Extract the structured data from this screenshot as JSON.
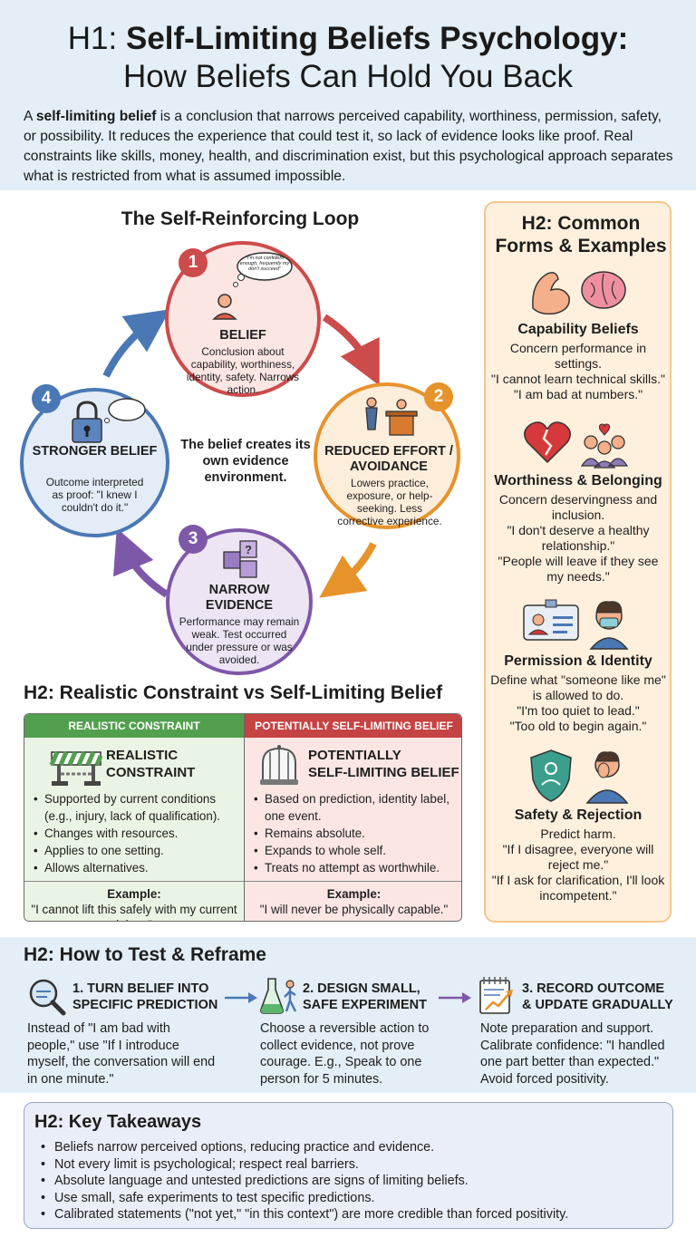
{
  "header": {
    "title_prefix": "H1: ",
    "title_bold": "Self-Limiting Beliefs Psychology:",
    "title_line2": "How Beliefs Can Hold You Back",
    "intro_a": "A ",
    "intro_term": "self-limiting belief",
    "intro_b": " is a conclusion that narrows perceived capability, worthiness, permission, safety, or possibility. It reduces the experience that could test it, so lack of evidence looks like proof. Real constraints like skills, money, health, and discrimination exist, but this psychological approach separates what is restricted from what is assumed impossible."
  },
  "loop": {
    "title": "The Self-Reinforcing Loop",
    "center_text": "The belief creates its own evidence environment.",
    "bubble_text": "\"I'm not confident enough, frequently my don't succeed\"",
    "nodes": [
      {
        "num": "1",
        "title": "BELIEF",
        "desc": "Conclusion about capability, worthiness, identity, safety. Narrows action.",
        "color": "#cc4b4b",
        "fill": "#fbe6e4"
      },
      {
        "num": "2",
        "title": "REDUCED EFFORT / AVOIDANCE",
        "desc": "Lowers practice, exposure, or help-seeking. Less corrective experience.",
        "color": "#e7932c",
        "fill": "#fdeedb"
      },
      {
        "num": "3",
        "title": "NARROW EVIDENCE",
        "desc": "Performance may remain weak. Test occurred under pressure or was avoided.",
        "color": "#7e58a8",
        "fill": "#ede5f4"
      },
      {
        "num": "4",
        "title": "STRONGER BELIEF",
        "desc": "Outcome interpreted as proof: \"I knew I couldn't do it.\"",
        "color": "#4a78b4",
        "fill": "#e3ecf7"
      }
    ],
    "icons": [
      "person-thinking-icon",
      "avoidance-podium-icon",
      "puzzle-question-icon",
      "padlock-cloud-icon"
    ]
  },
  "forms": {
    "title": "H2: Common Forms & Examples",
    "items": [
      {
        "title": "Capability Beliefs",
        "text": "Concern performance in settings.",
        "ex1": "\"I cannot learn technical skills.\"",
        "ex2": "\"I am bad at numbers.\"",
        "icon": "muscle-brain-icon"
      },
      {
        "title": "Worthiness & Belonging",
        "text": "Concern deservingness and inclusion.",
        "ex1": "\"I don't deserve a healthy relationship.\"",
        "ex2": "\"People will leave if they see my needs.\"",
        "icon": "broken-heart-group-icon"
      },
      {
        "title": "Permission & Identity",
        "text": "Define what \"someone like me\" is allowed to do.",
        "ex1": "\"I'm too quiet to lead.\"",
        "ex2": "\"Too old to begin again.\"",
        "icon": "id-card-mask-icon"
      },
      {
        "title": "Safety & Rejection",
        "text": "Predict harm.",
        "ex1": "\"If I disagree, everyone will reject me.\"",
        "ex2": "\"If I ask for clarification, I'll look incompetent.\"",
        "icon": "shield-person-icon"
      }
    ]
  },
  "compare": {
    "heading": "H2: Realistic Constraint vs Self-Limiting Belief",
    "left": {
      "header": "REALISTIC CONSTRAINT",
      "title_l1": "REALISTIC",
      "title_l2": "CONSTRAINT",
      "bullets": [
        "Supported by current conditions (e.g., injury, lack of qualification).",
        "Changes with resources.",
        "Applies to one setting.",
        "Allows alternatives."
      ],
      "example_label": "Example:",
      "example": "\"I cannot lift this safely with my current injury.\"",
      "color": "#52a04e",
      "fill": "#eaf4e4"
    },
    "right": {
      "header": "POTENTIALLY SELF-LIMITING BELIEF",
      "title_l1": "POTENTIALLY",
      "title_l2": "SELF-LIMITING BELIEF",
      "bullets": [
        "Based on prediction, identity label, one event.",
        "Remains absolute.",
        "Expands to whole self.",
        "Treats no attempt as worthwhile."
      ],
      "example_label": "Example:",
      "example": "\"I will never be physically capable.\"",
      "color": "#c64343",
      "fill": "#fbe6e4"
    }
  },
  "test": {
    "heading": "H2: How to Test & Reframe",
    "steps": [
      {
        "t1": "1. TURN BELIEF INTO",
        "t2": "SPECIFIC PREDICTION",
        "text": "Instead of \"I am bad with people,\" use \"If I introduce myself, the conversation will end in one minute.\"",
        "icon": "magnifier-icon"
      },
      {
        "t1": "2. DESIGN SMALL,",
        "t2": "SAFE EXPERIMENT",
        "text": "Choose a reversible action to collect evidence, not prove courage. E.g., Speak to one person for 5 minutes.",
        "icon": "flask-walker-icon"
      },
      {
        "t1": "3. RECORD OUTCOME",
        "t2": "& UPDATE GRADUALLY",
        "text": "Note preparation and support. Calibrate confidence: \"I handled one part better than expected.\" Avoid forced positivity.",
        "icon": "notepad-chart-icon"
      }
    ]
  },
  "takeaways": {
    "heading": "H2: Key Takeaways",
    "items": [
      "Beliefs narrow perceived options, reducing practice and evidence.",
      "Not every limit is psychological; respect real barriers.",
      "Absolute language and untested predictions are signs of limiting beliefs.",
      "Use small, safe experiments to test specific predictions.",
      "Calibrated statements (\"not yet,\" \"in this context\") are more credible than forced positivity."
    ]
  }
}
